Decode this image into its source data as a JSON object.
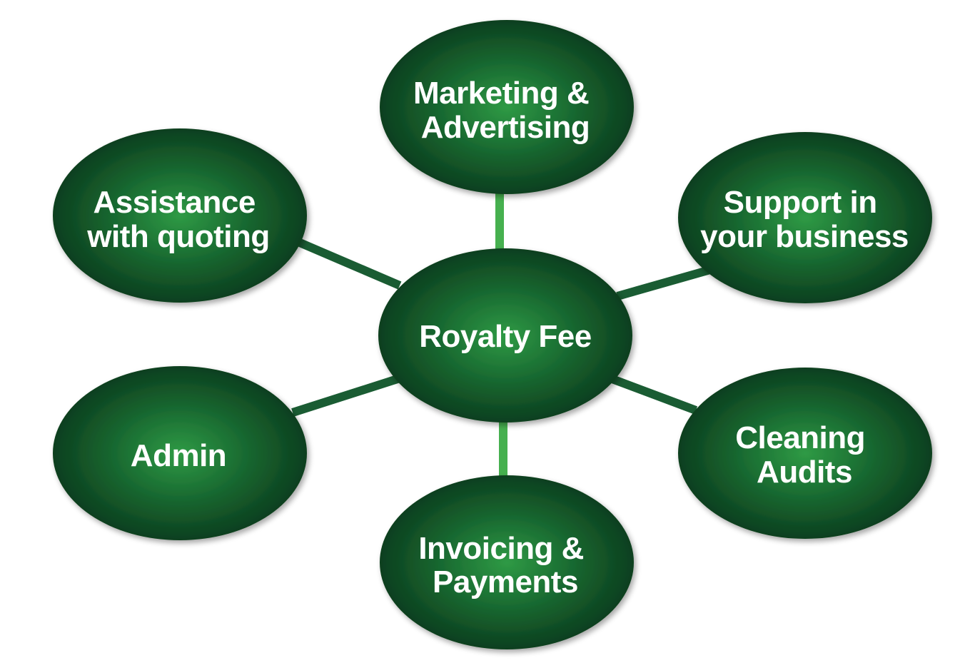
{
  "colors": {
    "node_center": "#2f9a45",
    "node_mid": "#17662f",
    "node_edge": "#0d3f1f",
    "connector_dark": "#1a5c33",
    "connector_light": "#46b04f",
    "shadow": "#9a9a9a",
    "text": "#ffffff"
  },
  "hub": {
    "lines": [
      "Royalty Fee"
    ]
  },
  "nodes": [
    {
      "lines": [
        "Marketing &",
        "Advertising"
      ]
    },
    {
      "lines": [
        "Support in",
        "your business"
      ]
    },
    {
      "lines": [
        "Cleaning",
        "Audits"
      ]
    },
    {
      "lines": [
        "Invoicing &",
        "Payments"
      ]
    },
    {
      "lines": [
        "Admin"
      ]
    },
    {
      "lines": [
        "Assistance",
        "with quoting"
      ]
    }
  ]
}
